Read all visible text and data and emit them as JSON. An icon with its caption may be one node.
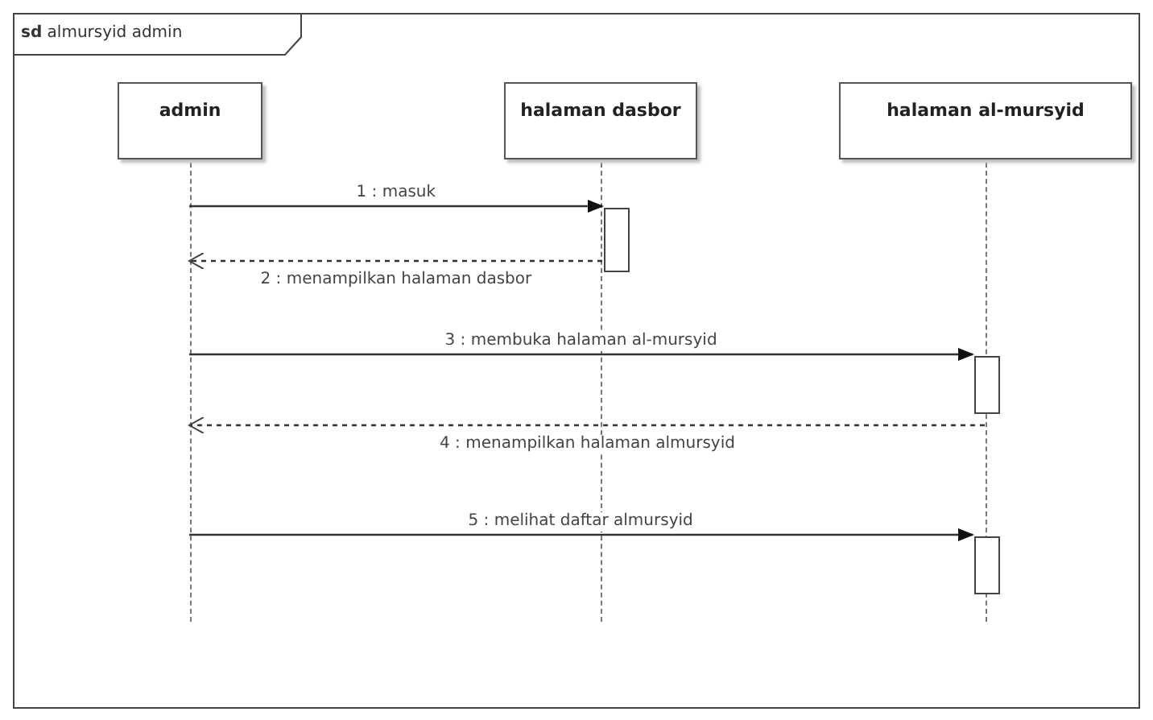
{
  "diagram": {
    "nodes": [
      {
        "text": [
          "**sd** almursyid admin"
        ]
      },
      {
        "text": [
          "admin"
        ],
        "in": 0
      },
      {
        "text": [],
        "shape": "line",
        "in": 0
      },
      {
        "text": [
          "halaman dasbor"
        ],
        "in": 0
      },
      {
        "text": [],
        "shape": "line",
        "in": 0
      },
      {
        "text": [],
        "shape": "bar",
        "in": 0
      },
      {
        "text": [
          "halaman al-mursyid"
        ],
        "in": 0
      },
      {
        "text": [],
        "shape": "line",
        "in": 0
      },
      {
        "text": [],
        "shape": "bar",
        "in": 0
      },
      {
        "text": [],
        "shape": "bar",
        "in": 0
      }
    ],
    "edges": [
      {
        "from": 2,
        "to": 5,
        "arrow": "to",
        "label": "1 : masuk"
      },
      {
        "from": 5,
        "to": 2,
        "arrow": "to",
        "label": "2 : menampilkan halaman dasbor",
        "style": "dashed"
      },
      {
        "from": 2,
        "to": 8,
        "arrow": "to",
        "label": "3 : membuka halaman al-mursyid"
      },
      {
        "from": 7,
        "to": 2,
        "arrow": "to",
        "label": "4 : menampilkan halaman almursyid",
        "style": "dashed"
      },
      {
        "from": 2,
        "to": 9,
        "arrow": "to",
        "label": "5 : melihat daftar almursyid"
      }
    ]
  }
}
